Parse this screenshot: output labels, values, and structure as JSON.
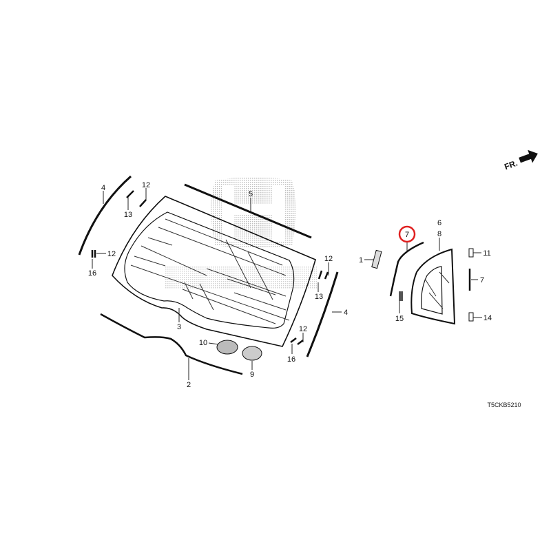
{
  "diagram": {
    "type": "exploded parts diagram",
    "watermark": "HONDA",
    "direction_label": "FR.",
    "diagram_code": "T5CKB5210",
    "highlight_color": "#e02020",
    "callouts": {
      "c4a": "4",
      "c12a": "12",
      "c13a": "13",
      "c5": "5",
      "c12b": "12",
      "c16a": "16",
      "c3": "3",
      "c12c": "12",
      "c13b": "13",
      "c4b": "4",
      "c12d": "12",
      "c16b": "16",
      "c10": "10",
      "c9": "9",
      "c2": "2",
      "c1": "1",
      "c7a": "7",
      "c6": "6",
      "c8": "8",
      "c11": "11",
      "c7b": "7",
      "c15": "15",
      "c14": "14"
    }
  }
}
